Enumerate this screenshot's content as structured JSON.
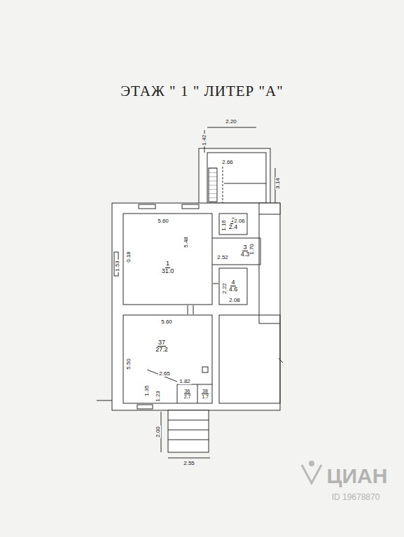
{
  "diagram": {
    "title": "ЭТАЖ \" 1 \" ЛИТЕР \"А\"",
    "nodes": [
      {
        "text": [
          "1",
          "31.0"
        ]
      },
      {
        "text": [
          "2",
          "2.4"
        ]
      },
      {
        "text": [
          "3",
          "4.3"
        ]
      },
      {
        "text": [
          "4",
          "4.6"
        ]
      },
      {
        "text": [
          "37",
          "27.2"
        ]
      },
      {
        "text": [
          "36",
          "2.7"
        ]
      },
      {
        "text": [
          "38",
          "1.7"
        ]
      }
    ],
    "labels": [
      "2.20",
      "1.42",
      "2.66",
      "3.14",
      "5.60",
      "5.48",
      "0.18",
      "1.53",
      "1.16",
      "2.06",
      "1.70",
      "2.52",
      "2.22",
      "2.08",
      "5.60",
      "5.50",
      "2.65",
      "1.35",
      "1.23",
      "1.82",
      "2.00",
      "2.55",
      "ЦИАН",
      "ID 19678870"
    ]
  }
}
